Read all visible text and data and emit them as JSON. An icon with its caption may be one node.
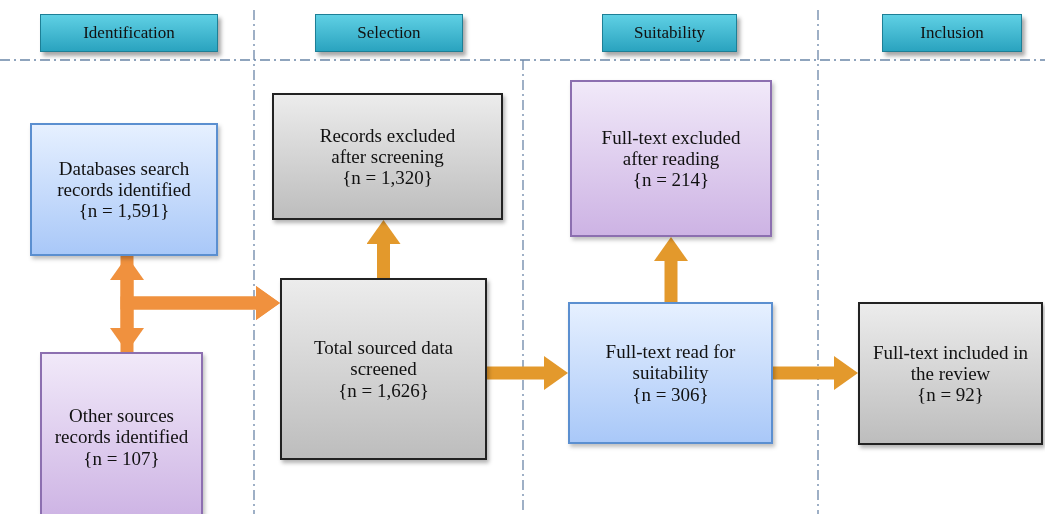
{
  "diagram": {
    "nodes": [
      {
        "text": [
          "Identification"
        ]
      },
      {
        "text": [
          "Selection"
        ]
      },
      {
        "text": [
          "Suitability"
        ]
      },
      {
        "text": [
          "Inclusion"
        ]
      },
      {
        "text": [
          "Databases search records identified {n = 1,591}"
        ]
      },
      {
        "text": [
          "Other sources records identified {n = 107}"
        ]
      },
      {
        "text": [
          "Records excluded after screening {n = 1,320}"
        ]
      },
      {
        "text": [
          "Total sourced data screened {n = 1,626}"
        ]
      },
      {
        "text": [
          "Full-text excluded after reading {n = 214}"
        ]
      },
      {
        "text": [
          "Full-text read for suitability {n = 306}"
        ]
      },
      {
        "text": [
          "Full-text included in the review {n = 92}"
        ]
      }
    ],
    "edges": [
      {
        "from": 4,
        "to": 5,
        "arrow": "both",
        "color": "#f0913e"
      },
      {
        "from": 4,
        "to": 7,
        "arrow": "to",
        "color": "#f0913e"
      },
      {
        "from": 5,
        "to": 7,
        "arrow": "to",
        "color": "#f0913e"
      },
      {
        "from": 7,
        "to": 6,
        "arrow": "to"
      },
      {
        "from": 7,
        "to": 9,
        "arrow": "to"
      },
      {
        "from": 9,
        "to": 8,
        "arrow": "to"
      },
      {
        "from": 9,
        "to": 10,
        "arrow": "to"
      }
    ]
  }
}
